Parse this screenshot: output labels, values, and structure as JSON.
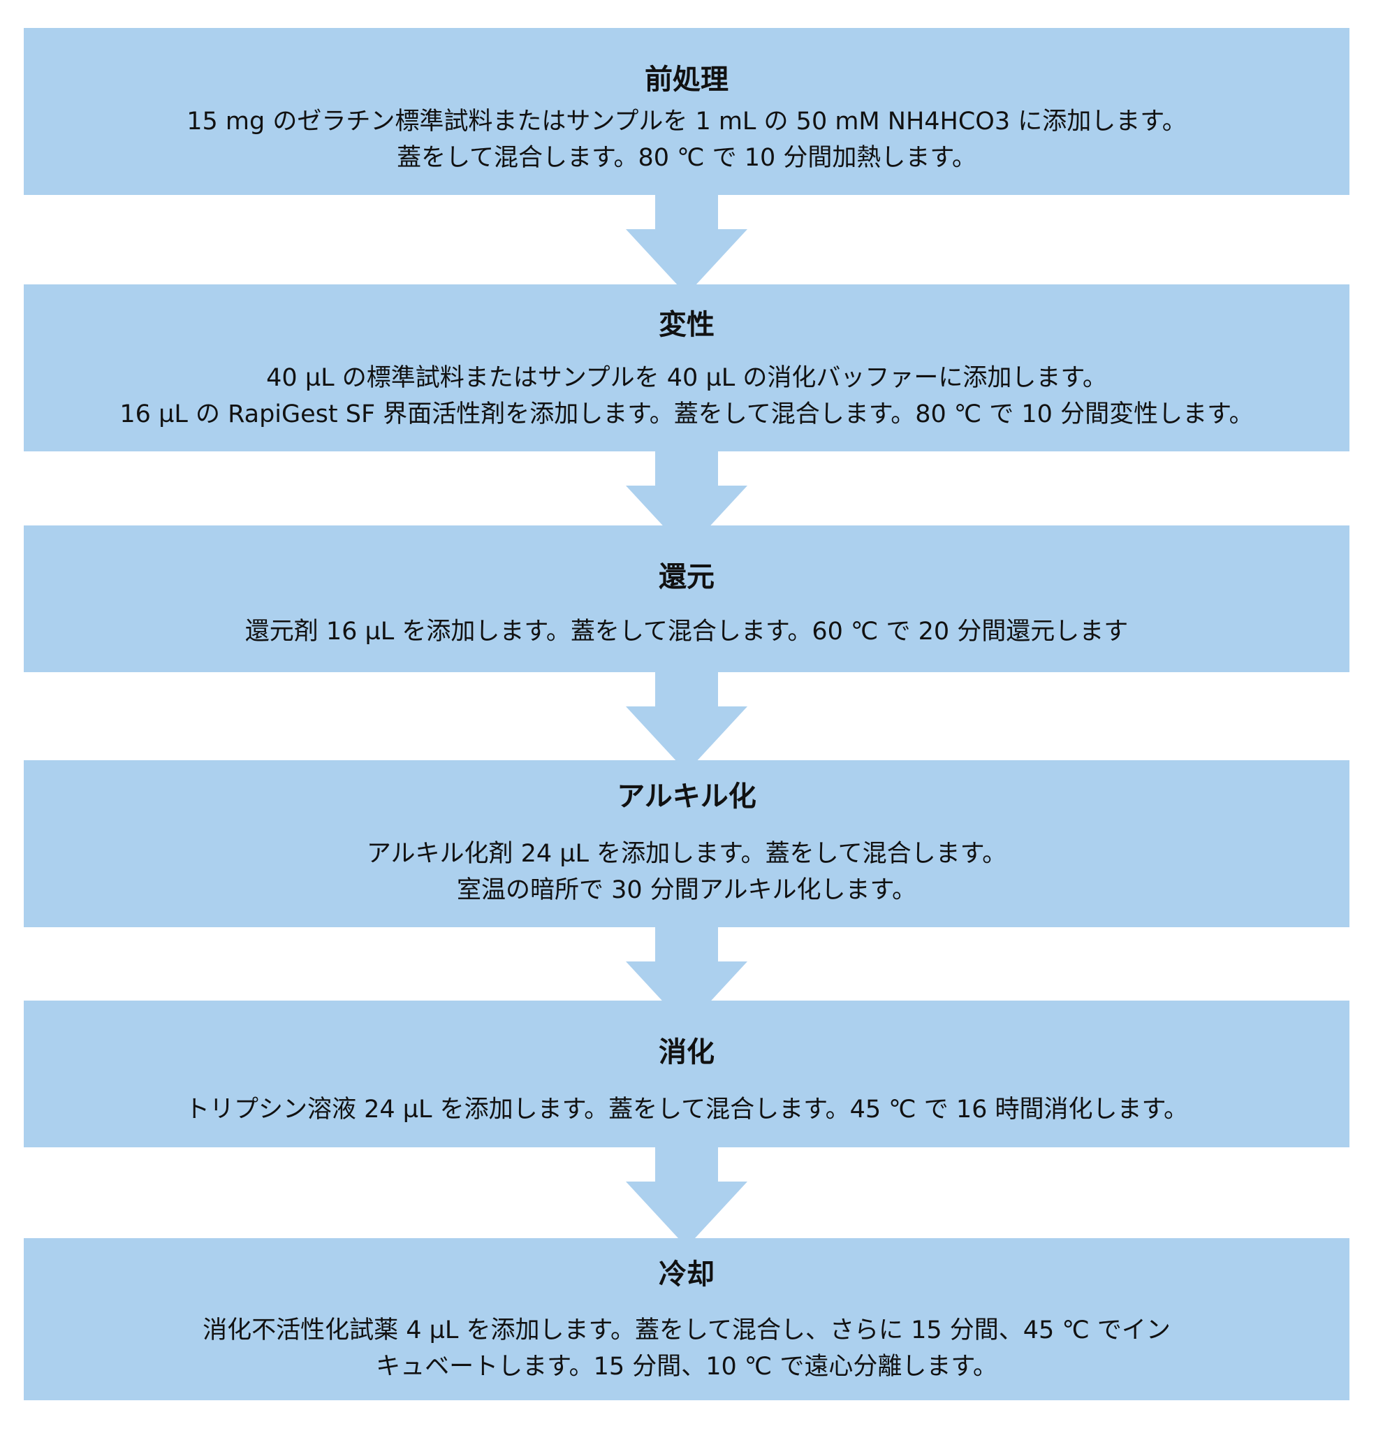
{
  "colors": {
    "box_fill": "#acd0ee",
    "arrow_fill": "#acd0ee",
    "text": "#111111",
    "background": "#ffffff"
  },
  "steps": [
    {
      "title": "前処理",
      "lines": [
        "15 mg のゼラチン標準試料またはサンプルを 1 mL の 50 mM NH4HCO3 に添加します。",
        "蓋をして混合します。80 ℃ で 10 分間加熱します。"
      ]
    },
    {
      "title": "変性",
      "lines": [
        "40 µL の標準試料またはサンプルを 40 µL の消化バッファーに添加します。",
        "16 µL の RapiGest SF 界面活性剤を添加します。蓋をして混合します。80 ℃ で 10 分間変性します。"
      ]
    },
    {
      "title": "還元",
      "lines": [
        "還元剤 16 µL を添加します。蓋をして混合します。60 ℃ で 20 分間還元します"
      ]
    },
    {
      "title": "アルキル化",
      "lines": [
        "アルキル化剤 24 µL を添加します。蓋をして混合します。",
        "室温の暗所で 30 分間アルキル化します。"
      ]
    },
    {
      "title": "消化",
      "lines": [
        "トリプシン溶液 24 µL を添加します。蓋をして混合します。45 ℃ で 16 時間消化します。"
      ]
    },
    {
      "title": "冷却",
      "lines": [
        "消化不活性化試薬 4 µL を添加します。蓋をして混合し、さらに 15 分間、45 ℃ でイン",
        "キュベートします。15 分間、10 ℃ で遠心分離します。"
      ]
    }
  ]
}
